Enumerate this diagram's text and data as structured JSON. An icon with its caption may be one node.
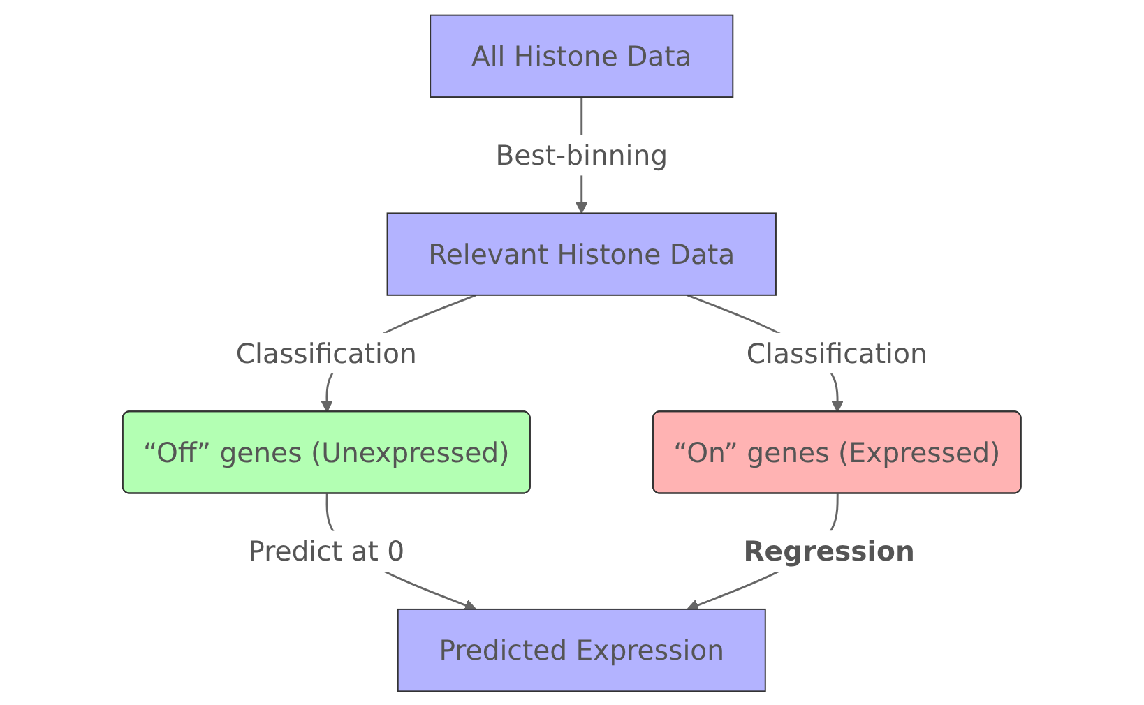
{
  "diagram": {
    "nodes": [
      {
        "text": [
          "All Histone Data"
        ]
      },
      {
        "text": [
          "Relevant Histone Data"
        ]
      },
      {
        "text": [
          "“Off” genes (Unexpressed)"
        ]
      },
      {
        "text": [
          "“On” genes (Expressed)"
        ]
      },
      {
        "text": [
          "Predicted Expression"
        ]
      }
    ],
    "edges": [
      {
        "from": 0,
        "to": 1,
        "arrow": "to",
        "label": "Best-binning"
      },
      {
        "from": 1,
        "to": 2,
        "arrow": "to",
        "label": "Classification"
      },
      {
        "from": 1,
        "to": 3,
        "arrow": "to",
        "label": "Classification"
      },
      {
        "from": 2,
        "to": 4,
        "arrow": "to",
        "label": "Predict at 0"
      },
      {
        "from": 3,
        "to": 4,
        "arrow": "to",
        "label": "Regression"
      }
    ]
  }
}
